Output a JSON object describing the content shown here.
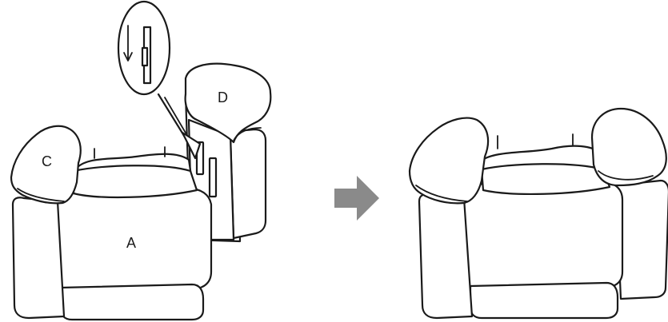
{
  "labels": {
    "part_a": "A",
    "part_c": "C",
    "part_d": "D"
  },
  "colors": {
    "stroke": "#1a1a1a",
    "arrow": "#8a8a8a",
    "background": "#ffffff"
  }
}
